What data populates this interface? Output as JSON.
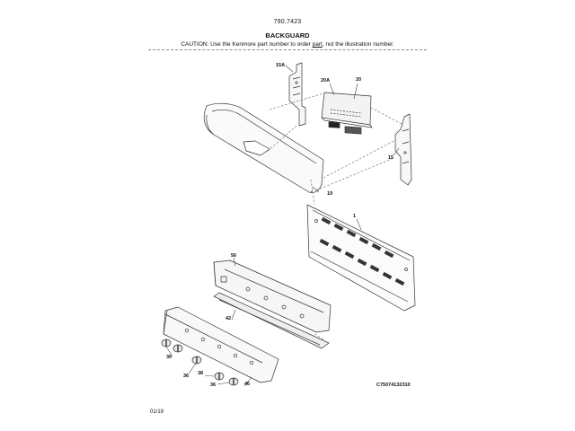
{
  "header": {
    "model": "790.7423",
    "title": "BACKGUARD",
    "caution_pre": "CAUTION: Use the Kenmore part number to order ",
    "caution_link": "part",
    "caution_post": ", not the illustration number."
  },
  "callouts": {
    "c15a": "15A",
    "c20a": "20A",
    "c20": "20",
    "c15": "15",
    "c19": "19",
    "c1": "1",
    "c56": "56",
    "c42": "42",
    "c36a": "36",
    "c36b": "36",
    "c38": "38",
    "c36c": "36",
    "c46": "46"
  },
  "footer": {
    "diagram_code": "C75074132310",
    "date": "01/19"
  }
}
